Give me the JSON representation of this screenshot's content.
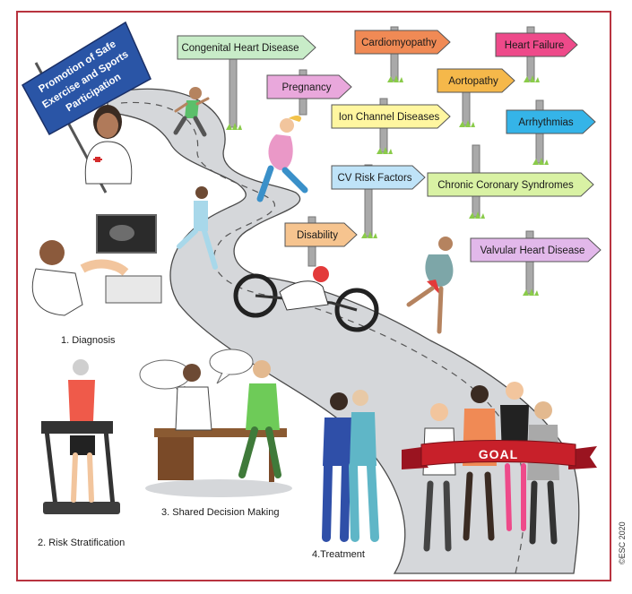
{
  "banner": {
    "text_line1": "Promotion of Safe",
    "text_line2": "Exercise and Sports",
    "text_line3": "Participation"
  },
  "signs": {
    "congenital": "Congenital Heart Disease",
    "cardiomyopathy": "Cardiomyopathy",
    "heart_failure": "Heart Failure",
    "pregnancy": "Pregnancy",
    "aortopathy": "Aortopathy",
    "ion_channel": "Ion Channel Diseases",
    "arrhythmias": "Arrhythmias",
    "cv_risk": "CV Risk Factors",
    "chronic_coronary": "Chronic Coronary Syndromes",
    "disability": "Disability",
    "valvular": "Valvular Heart Disease"
  },
  "sign_colors": {
    "congenital": "#c8ecc8",
    "cardiomyopathy": "#f08a55",
    "heart_failure": "#ee4a8a",
    "pregnancy": "#e9a8dc",
    "aortopathy": "#f5b84a",
    "ion_channel": "#fff6a0",
    "arrhythmias": "#35b4e8",
    "cv_risk": "#bfe3f8",
    "chronic_coronary": "#d9f2a4",
    "disability": "#f6c48f",
    "valvular": "#e2b8ea"
  },
  "steps": {
    "diagnosis": "1. Diagnosis",
    "risk": "2. Risk Stratification",
    "shared": "3. Shared Decision Making",
    "treatment": "4.Treatment"
  },
  "goal": "GOAL",
  "copyright": "©ESC 2020",
  "colors": {
    "frame": "#b8333f",
    "road": "#d5d7da",
    "banner": "#2a55a6",
    "goal_ribbon": "#c8202a"
  }
}
